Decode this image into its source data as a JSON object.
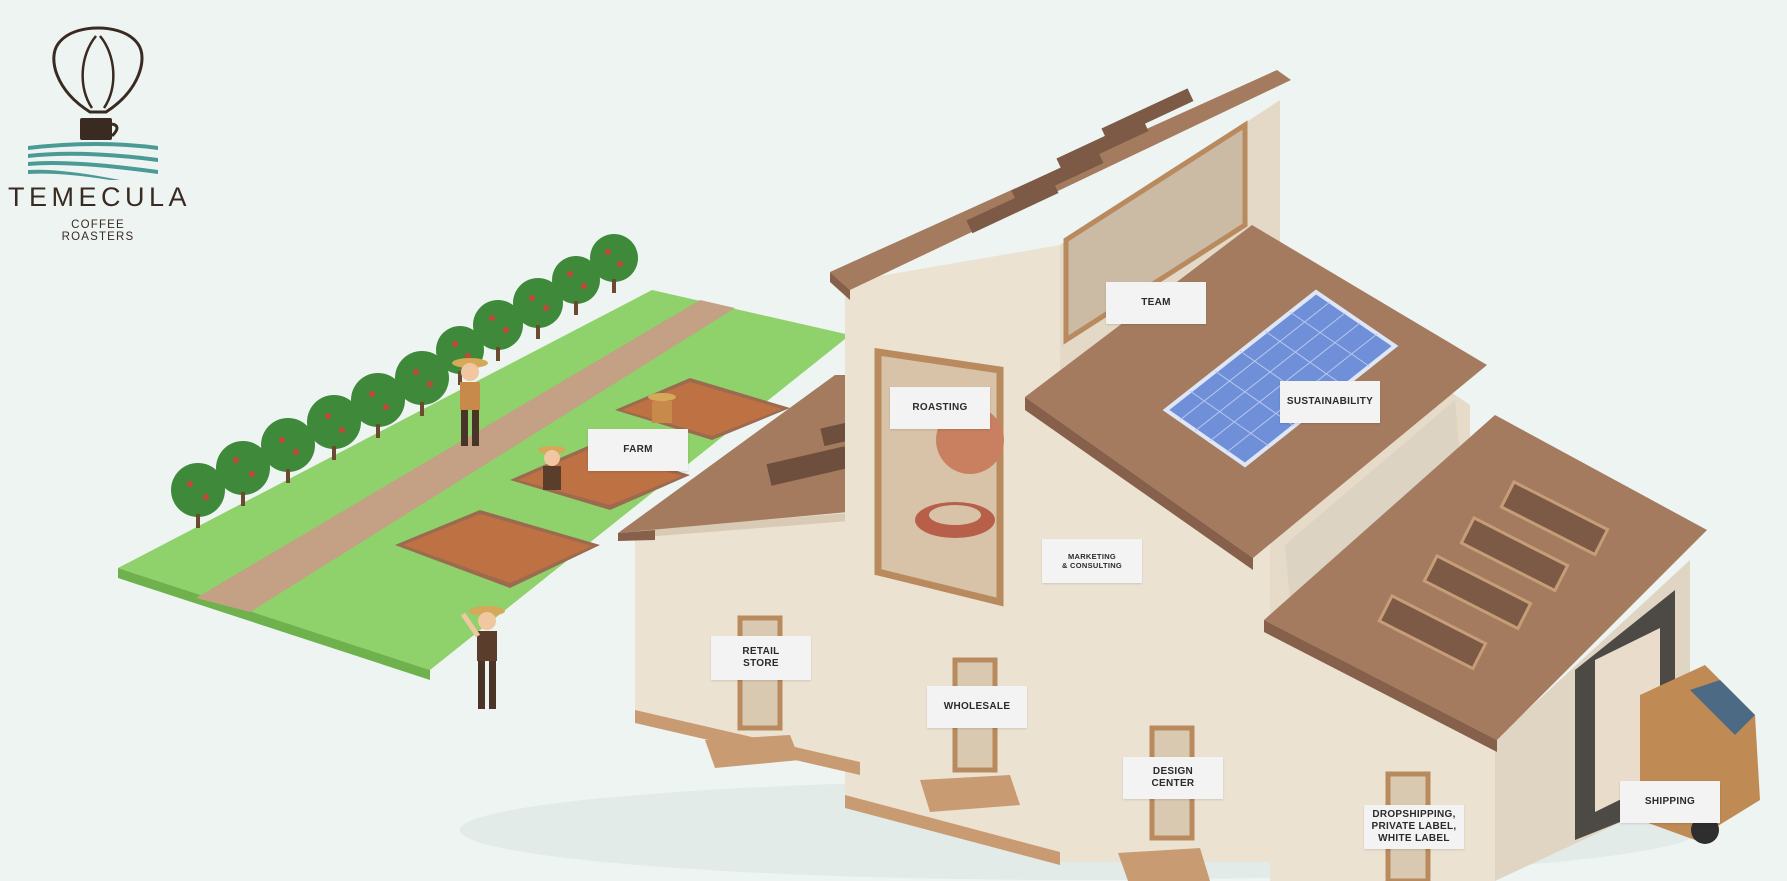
{
  "brand": {
    "name": "TEMECULA",
    "subtitle": "COFFEE ROASTERS"
  },
  "hotspots": {
    "team": "TEAM",
    "sustainability": "SUSTAINABILITY",
    "roasting": "ROASTING",
    "farm": "FARM",
    "marketing": "MARKETING\n& CONSULTING",
    "retail": "RETAIL\nSTORE",
    "wholesale": "WHOLESALE",
    "design": "DESIGN\nCENTER",
    "dropshipping": "DROPSHIPPING,\nPRIVATE LABEL,\nWHITE LABEL",
    "shipping": "SHIPPING"
  },
  "colors": {
    "background": "#eef4f2",
    "brand_brown": "#3a2b22",
    "logo_teal": "#4a9a96",
    "roof": "#a47b5f",
    "wall": "#ece2d2",
    "grass": "#8fd16a",
    "path": "#c4a085"
  }
}
